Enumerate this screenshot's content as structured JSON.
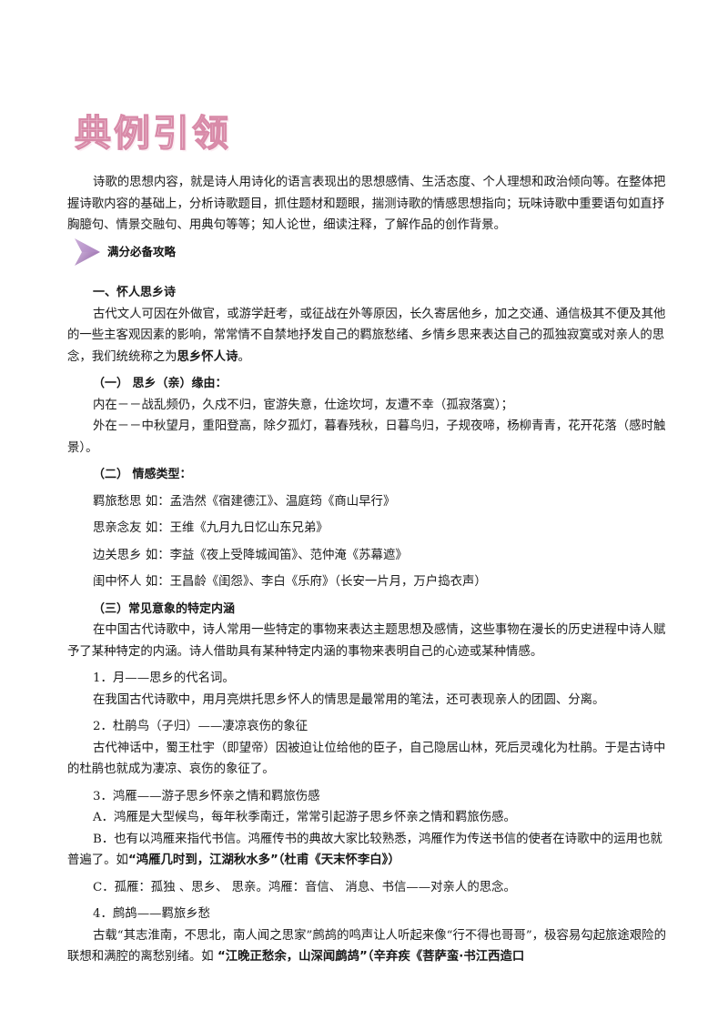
{
  "title": "典例引领",
  "intro": "诗歌的思想内容，就是诗人用诗化的语言表现出的思想感情、生活态度、个人理想和政治倾向等。在整体把握诗歌内容的基础上，分析诗歌题目，抓住题材和题眼，揣测诗歌的情感思想指向；玩味诗歌中重要语句如直抒胸臆句、情景交融句、用典句等等；知人论世，细读注释，了解作品的创作背景。",
  "banner_label": "满分必备攻略",
  "section1": {
    "heading": "一、怀人思乡诗",
    "para_prefix": "古代文人可因在外做官，或游学赶考，或征战在外等原因，长久寄居他乡，加之交通、通信极其不便及其他的一些主客观因素的影响，常常情不自禁地抒发自己的羁旅愁绪、乡情乡思来表达自己的孤独寂寞或对亲人的思念，我们统统称之为",
    "para_bold": "思乡怀人诗",
    "para_suffix": "。"
  },
  "cause": {
    "heading": "（一） 思乡（亲）缘由：",
    "inner": "内在－－战乱频仍，久戍不归，宦游失意，仕途坎坷，友遭不幸（孤寂落寞）；",
    "outer": "外在－－中秋望月，重阳登高，除夕孤灯，暮春残秋，日暮鸟归，子规夜啼，杨柳青青，花开花落（感时触景）。"
  },
  "types": {
    "heading": "（二） 情感类型：",
    "items": [
      {
        "label": "羁旅愁思 如：",
        "examples": "孟浩然《宿建德江》、温庭筠《商山早行》"
      },
      {
        "label": "思亲念友 如：",
        "examples": "王维《九月九日忆山东兄弟》"
      },
      {
        "label": "边关思乡 如：",
        "examples": "李益《夜上受降城闻笛》、范仲淹《苏幕遮》"
      },
      {
        "label": "闺中怀人 如：",
        "examples": "王昌龄《闺怨》、李白《乐府》（长安一片月，万户捣衣声）"
      }
    ]
  },
  "images": {
    "heading": "（三）常见意象的特定内涵",
    "intro": "在中国古代诗歌中，诗人常用一些特定的事物来表达主题思想及感情，这些事物在漫长的历史进程中诗人赋予了某种特定的内涵。诗人借助具有某种特定内涵的事物来表明自己的心迹或某种情感。",
    "moon_title": "1．月——思乡的代名词。",
    "moon_text": "在我国古代诗歌中，用月亮烘托思乡怀人的情思是最常用的笔法，还可表现亲人的团圆、分离。",
    "cuckoo_title": "2．杜鹃鸟（子归）——凄凉哀伤的象征",
    "cuckoo_text": "古代神话中，蜀王杜宇（即望帝）因被迫让位给他的臣子，自己隐居山林，死后灵魂化为杜鹃。于是古诗中的杜鹃也就成为凄凉、哀伤的象征了。",
    "goose_title": "3．鸿雁——游子思乡怀亲之情和羁旅伤感",
    "goose_a": "A．鸿雁是大型候鸟，每年秋季南迁，常常引起游子思乡怀亲之情和羁旅伤感。",
    "goose_b_prefix": "B．也有以鸿雁来指代书信。鸿雁传书的典故大家比较熟悉，鸿雁作为传送书信的使者在诗歌中的运用也就普遍了。如",
    "goose_b_example": "“鸿雁几时到，江湖秋水多”（杜甫《天末怀李白》）",
    "goose_c": "C．孤雁：孤独 、思乡、 思亲。鸿雁：音信、 消息、书信——对亲人的思念。",
    "partridge_title": "4．鹧鸪——羁旅乡愁",
    "partridge_prefix": "古载“其志淮南，不思北，南人闻之思家”鹧鸪的鸣声让人听起来像“行不得也哥哥”，极容易勾起旅途艰险的联想和满腔的离愁别绪。如 ",
    "partridge_example": "“江晚正愁余，山深闻鹧鸪”（辛弃疾《菩萨蛮·书江西造口"
  },
  "colors": {
    "title_fill": "#f4d9e4",
    "title_stroke": "#d88aa8",
    "arrow_dark": "#6a3a80",
    "arrow_light": "#c9a8d8"
  }
}
